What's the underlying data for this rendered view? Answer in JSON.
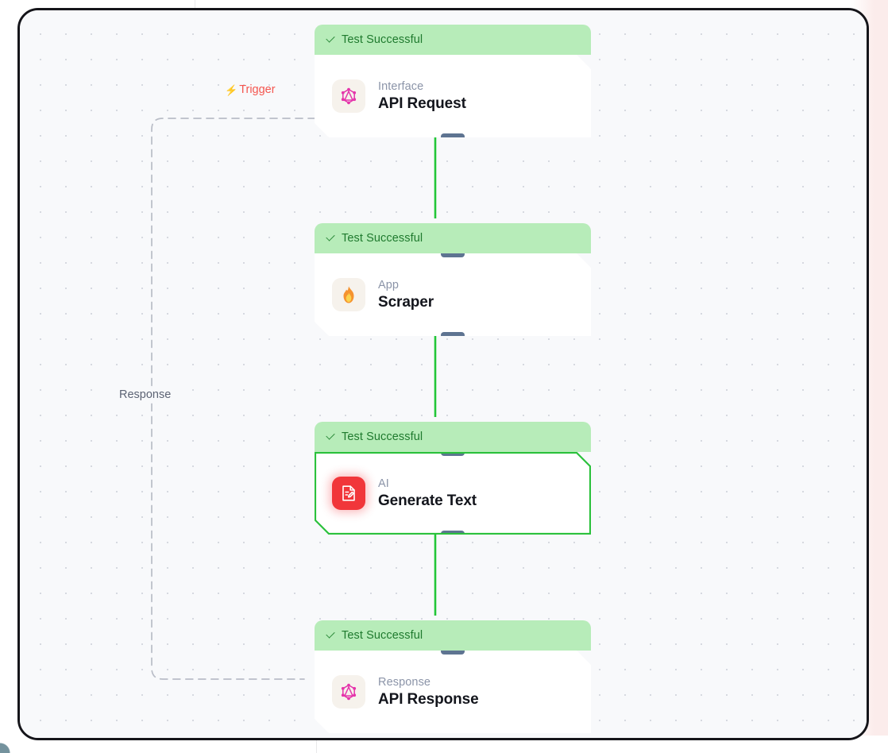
{
  "canvas": {
    "background_color": "#f8f9fb",
    "grid": "dot-grid",
    "frame_color": "#15151a"
  },
  "edge_labels": {
    "trigger": {
      "text": "Trigger",
      "icon": "lightning-bolt-icon",
      "color": "#f4564f"
    },
    "response": {
      "text": "Response",
      "color": "#5c6374"
    }
  },
  "status_label": "Test Successful",
  "nodes": [
    {
      "id": "api-request",
      "status": "Test Successful",
      "kind": "Interface",
      "title": "API Request",
      "icon": "graphql-icon",
      "icon_color": "#e535ab",
      "selected": false
    },
    {
      "id": "scraper",
      "status": "Test Successful",
      "kind": "App",
      "title": "Scraper",
      "icon": "flame-icon",
      "icon_color": "#f59338",
      "selected": false
    },
    {
      "id": "generate-text",
      "status": "Test Successful",
      "kind": "AI",
      "title": "Generate Text",
      "icon": "document-edit-icon",
      "icon_color": "#ffffff",
      "selected": true
    },
    {
      "id": "api-response",
      "status": "Test Successful",
      "kind": "Response",
      "title": "API Response",
      "icon": "graphql-icon",
      "icon_color": "#e535ab",
      "selected": false
    }
  ],
  "colors": {
    "status_bg": "#b7ecb9",
    "status_text": "#1f7a2e",
    "edge_green": "#22c637",
    "handle": "#5e7491",
    "selected_border": "#2bc13c",
    "kind_text": "#8b94a8",
    "title_text": "#13151c"
  }
}
